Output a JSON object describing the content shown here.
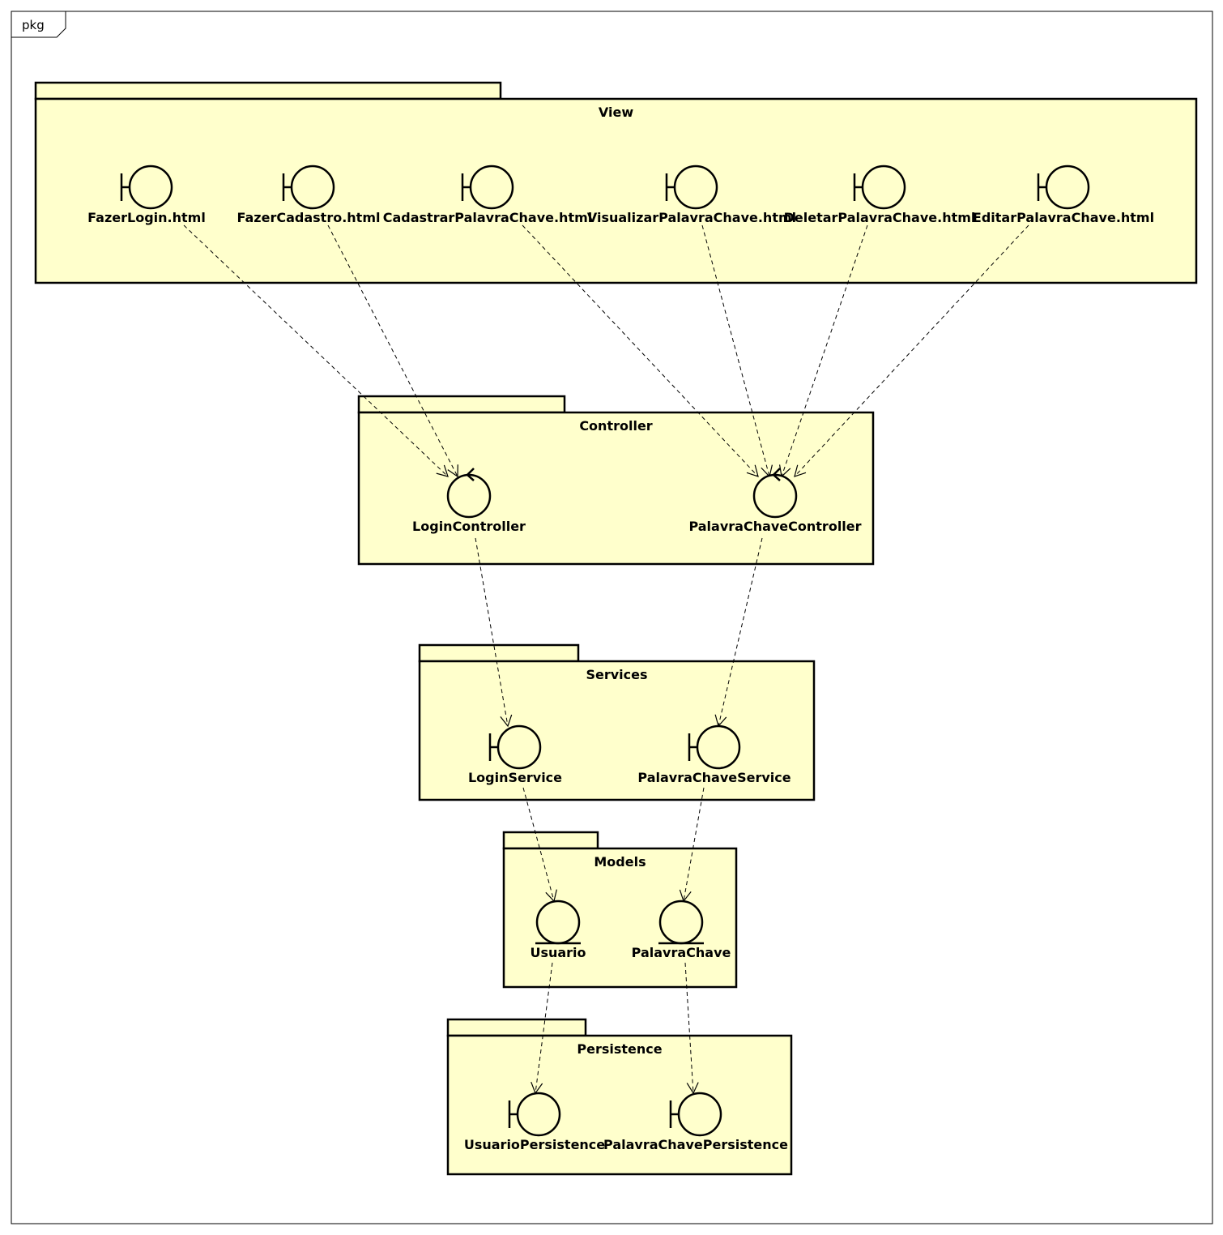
{
  "frame": {
    "label": "pkg"
  },
  "colors": {
    "package_fill": "#ffffcc",
    "stroke": "#000000",
    "background": "#ffffff"
  },
  "packages": [
    {
      "id": "view",
      "title": "View"
    },
    {
      "id": "controller",
      "title": "Controller"
    },
    {
      "id": "services",
      "title": "Services"
    },
    {
      "id": "models",
      "title": "Models"
    },
    {
      "id": "persistence",
      "title": "Persistence"
    }
  ],
  "elements": [
    {
      "id": "fazer-login",
      "package": "view",
      "kind": "boundary",
      "label": "FazerLogin.html"
    },
    {
      "id": "fazer-cadastro",
      "package": "view",
      "kind": "boundary",
      "label": "FazerCadastro.html"
    },
    {
      "id": "cadastrar-palavra",
      "package": "view",
      "kind": "boundary",
      "label": "CadastrarPalavraChave.html"
    },
    {
      "id": "visualizar-palavra",
      "package": "view",
      "kind": "boundary",
      "label": "VisualizarPalavraChave.html"
    },
    {
      "id": "deletar-palavra",
      "package": "view",
      "kind": "boundary",
      "label": "DeletarPalavraChave.html"
    },
    {
      "id": "editar-palavra",
      "package": "view",
      "kind": "boundary",
      "label": "EditarPalavraChave.html"
    },
    {
      "id": "login-controller",
      "package": "controller",
      "kind": "control",
      "label": "LoginController"
    },
    {
      "id": "palavra-controller",
      "package": "controller",
      "kind": "control",
      "label": "PalavraChaveController"
    },
    {
      "id": "login-service",
      "package": "services",
      "kind": "boundary",
      "label": "LoginService"
    },
    {
      "id": "palavra-service",
      "package": "services",
      "kind": "boundary",
      "label": "PalavraChaveService"
    },
    {
      "id": "usuario",
      "package": "models",
      "kind": "entity",
      "label": "Usuario"
    },
    {
      "id": "palavra-chave",
      "package": "models",
      "kind": "entity",
      "label": "PalavraChave"
    },
    {
      "id": "usuario-persistence",
      "package": "persistence",
      "kind": "boundary",
      "label": "UsuarioPersistence"
    },
    {
      "id": "palavra-persistence",
      "package": "persistence",
      "kind": "boundary",
      "label": "PalavraChavePersistence"
    }
  ],
  "dependencies": [
    {
      "from": "fazer-login",
      "to": "login-controller"
    },
    {
      "from": "fazer-cadastro",
      "to": "login-controller"
    },
    {
      "from": "cadastrar-palavra",
      "to": "palavra-controller"
    },
    {
      "from": "visualizar-palavra",
      "to": "palavra-controller"
    },
    {
      "from": "deletar-palavra",
      "to": "palavra-controller"
    },
    {
      "from": "editar-palavra",
      "to": "palavra-controller"
    },
    {
      "from": "login-controller",
      "to": "login-service"
    },
    {
      "from": "palavra-controller",
      "to": "palavra-service"
    },
    {
      "from": "login-service",
      "to": "usuario"
    },
    {
      "from": "palavra-service",
      "to": "palavra-chave"
    },
    {
      "from": "usuario",
      "to": "usuario-persistence"
    },
    {
      "from": "palavra-chave",
      "to": "palavra-persistence"
    }
  ]
}
